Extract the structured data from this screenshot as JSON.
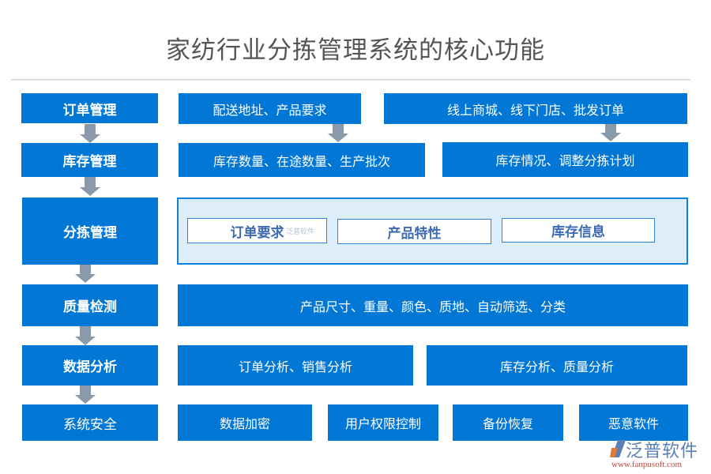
{
  "title": "家纺行业分拣管理系统的核心功能",
  "colors": {
    "box_blue": "#0277d5",
    "arrow_gray": "#8a9aab",
    "panel_bg": "#deedfa",
    "panel_border": "#1580dc",
    "inner_text": "#3d6ab0",
    "title_text": "#555555"
  },
  "rows": [
    {
      "label": "订单管理",
      "items": [
        "配送地址、产品要求",
        "线上商城、线下门店、批发订单"
      ]
    },
    {
      "label": "库存管理",
      "items": [
        "库存数量、在途数量、生产批次",
        "库存情况、调整分拣计划"
      ]
    },
    {
      "label": "分拣管理",
      "items": [
        "订单要求",
        "产品特性",
        "库存信息"
      ]
    },
    {
      "label": "质量检测",
      "items": [
        "产品尺寸、重量、颜色、质地、自动筛选、分类"
      ]
    },
    {
      "label": "数据分析",
      "items": [
        "订单分析、销售分析",
        "库存分析、质量分析"
      ]
    },
    {
      "label": "系统安全",
      "items": [
        "数据加密",
        "用户权限控制",
        "备份恢复",
        "恶意软件"
      ]
    }
  ],
  "watermark": {
    "small": "泛普软件",
    "logo_name": "泛普软件",
    "logo_url": "www.fanpusoft.com"
  }
}
